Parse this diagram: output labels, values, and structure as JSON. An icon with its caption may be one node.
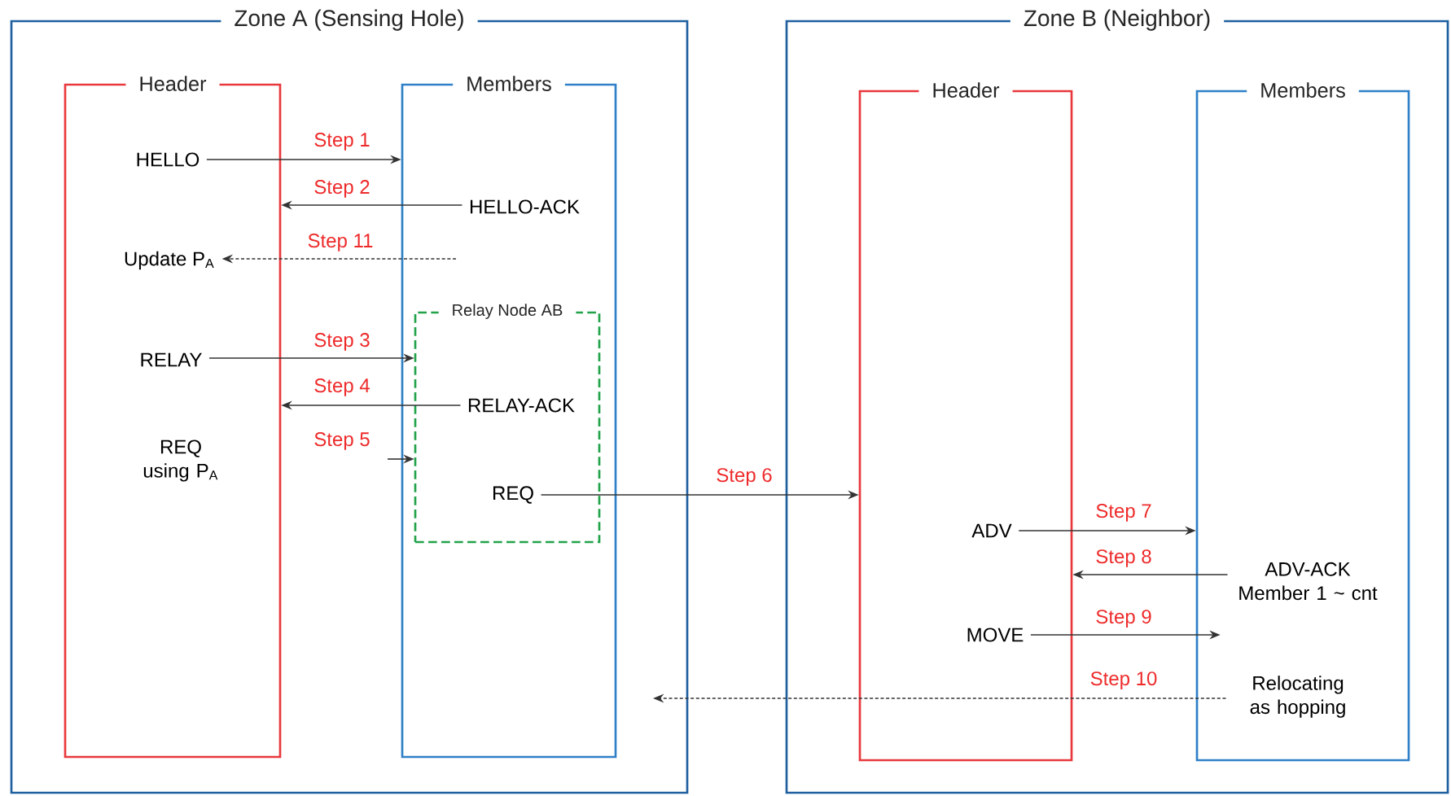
{
  "diagram": {
    "nodes": [
      {
        "text": [
          "Zone A (Sensing Hole)"
        ]
      },
      {
        "text": [
          "Header"
        ],
        "in": 0
      },
      {
        "text": [
          "Members"
        ],
        "in": 0
      },
      {
        "text": [
          "Relay Node AB"
        ],
        "in": 2
      },
      {
        "text": [
          "Zone B (Neighbor)"
        ]
      },
      {
        "text": [
          "Header"
        ],
        "in": 4
      },
      {
        "text": [
          "Members"
        ],
        "in": 4
      },
      {
        "text": [
          "HELLO"
        ],
        "in": 1
      },
      {
        "text": [
          "HELLO-ACK"
        ],
        "in": 2
      },
      {
        "text": [
          "Update P$_{A}$"
        ],
        "in": 1
      },
      {
        "text": [
          "RELAY"
        ],
        "in": 1
      },
      {
        "text": [
          "RELAY-ACK"
        ],
        "in": 3
      },
      {
        "text": [
          "REQ using P$_{A}$"
        ],
        "in": 1
      },
      {
        "text": [
          "REQ"
        ],
        "in": 3
      },
      {
        "text": [
          "ADV"
        ],
        "in": 5
      },
      {
        "text": [
          "ADV-ACK Member 1 ~ cnt"
        ],
        "in": 6
      },
      {
        "text": [
          "MOVE"
        ],
        "in": 5
      },
      {
        "text": [
          "Relocating as hopping"
        ],
        "in": 6
      }
    ],
    "edges": [
      {
        "from": 7,
        "to": 2,
        "arrow": "to",
        "label": "Step 1"
      },
      {
        "from": 8,
        "to": 1,
        "arrow": "to",
        "label": "Step 2"
      },
      {
        "from": null,
        "to": 9,
        "arrow": "to",
        "label": "Step 11",
        "style": "dashed"
      },
      {
        "from": 10,
        "to": 3,
        "arrow": "to",
        "label": "Step 3"
      },
      {
        "from": 11,
        "to": 1,
        "arrow": "to",
        "label": "Step 4"
      },
      {
        "from": null,
        "to": 3,
        "arrow": "to",
        "label": "Step 5"
      },
      {
        "from": 13,
        "to": 5,
        "arrow": "to",
        "label": "Step 6"
      },
      {
        "from": 14,
        "to": 6,
        "arrow": "to",
        "label": "Step 7"
      },
      {
        "from": 15,
        "to": 5,
        "arrow": "to",
        "label": "Step 8"
      },
      {
        "from": 16,
        "to": 6,
        "arrow": "to",
        "label": "Step 9"
      },
      {
        "from": 17,
        "to": null,
        "arrow": "to",
        "label": "Step 10",
        "style": "dashed"
      }
    ]
  }
}
